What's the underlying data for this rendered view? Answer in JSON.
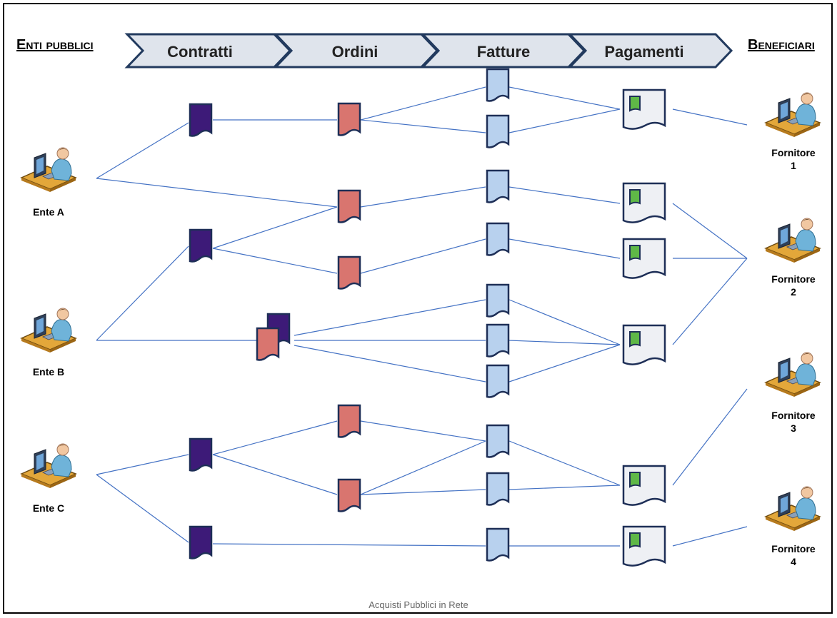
{
  "headers": {
    "left": "Enti pubblici",
    "right": "Beneficiari"
  },
  "stages": [
    "Contratti",
    "Ordini",
    "Fatture",
    "Pagamenti"
  ],
  "entities": [
    "Ente A",
    "Ente B",
    "Ente C"
  ],
  "suppliers": [
    {
      "line1": "Fornitore",
      "line2": "1"
    },
    {
      "line1": "Fornitore",
      "line2": "2"
    },
    {
      "line1": "Fornitore",
      "line2": "3"
    },
    {
      "line1": "Fornitore",
      "line2": "4"
    }
  ],
  "footer": "Acquisti Pubblici in Rete",
  "colors": {
    "contract": "#3d1a78",
    "order": "#d9756f",
    "invoice": "#b8d1ee",
    "payment": "#5fb847",
    "stage_fill": "#dfe4ec",
    "stage_border": "#223a5e",
    "connector": "#4472c4"
  }
}
